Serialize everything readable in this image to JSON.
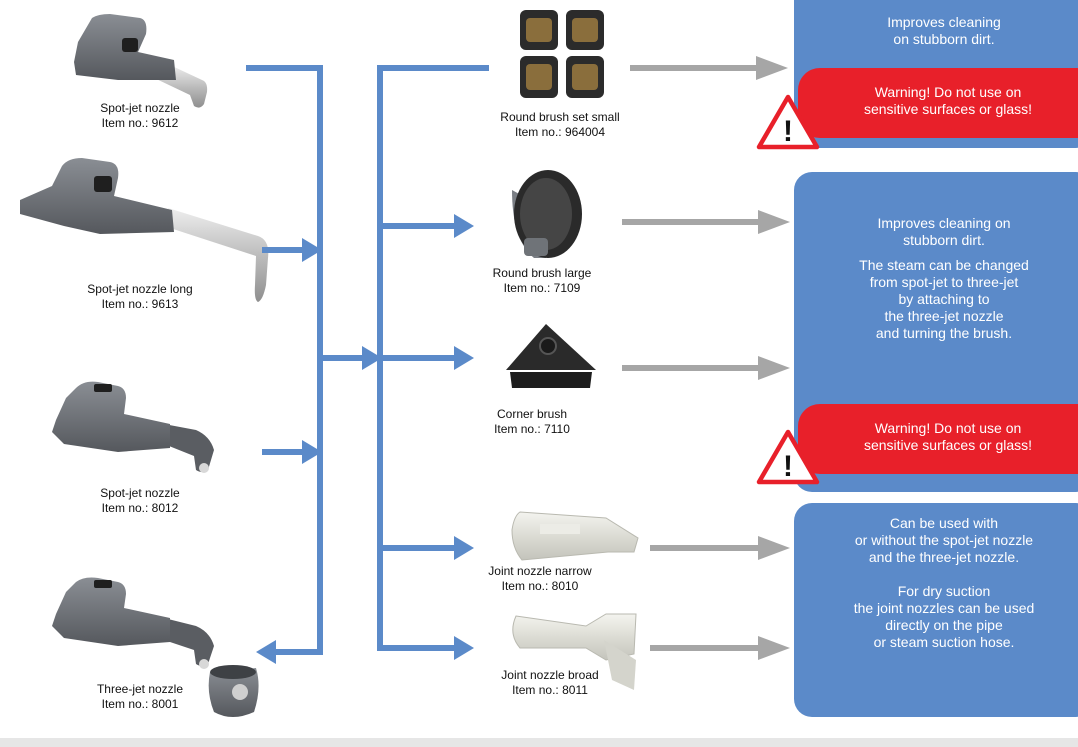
{
  "products_left": [
    {
      "name": "Spot-jet nozzle",
      "item": "Item no.: 9612"
    },
    {
      "name": "Spot-jet nozzle long",
      "item": "Item no.: 9613"
    },
    {
      "name": "Spot-jet nozzle",
      "item": "Item no.: 8012"
    },
    {
      "name": "Three-jet nozzle",
      "item": "Item no.: 8001"
    }
  ],
  "products_right": [
    {
      "name": "Round brush set small",
      "item": "Item no.: 964004"
    },
    {
      "name": "Round brush large",
      "item": "Item no.: 7109"
    },
    {
      "name": "Corner brush",
      "item": "Item no.: 7110"
    },
    {
      "name": "Joint nozzle narrow",
      "item": "Item no.: 8010"
    },
    {
      "name": "Joint nozzle broad",
      "item": "Item no.: 8011"
    }
  ],
  "info_boxes": {
    "box1": {
      "line1": "Improves cleaning",
      "line2": "on stubborn dirt."
    },
    "box2": {
      "p1_line1": "Improves cleaning on",
      "p1_line2": "stubborn dirt.",
      "p2_line1": "The steam can be changed",
      "p2_line2": "from spot-jet to three-jet",
      "p2_line3": "by attaching to",
      "p2_line4": "the three-jet nozzle",
      "p2_line5": "and turning the brush."
    },
    "box3": {
      "p1_line1": "Can be used with",
      "p1_line2": "or without the spot-jet nozzle",
      "p1_line3": "and the three-jet nozzle.",
      "p2_line1": "For dry suction",
      "p2_line2": "the joint nozzles can be used",
      "p2_line3": "directly on the pipe",
      "p2_line4": "or steam suction hose."
    }
  },
  "warnings": {
    "w1": {
      "line1": "Warning! Do not use on",
      "line2": "sensitive surfaces or glass!",
      "symbol": "!"
    },
    "w2": {
      "line1": "Warning! Do not use on",
      "line2": "sensitive surfaces or glass!",
      "symbol": "!"
    }
  },
  "icons": {
    "product_images": [
      "spot-jet-nozzle-image",
      "spot-jet-nozzle-long-image",
      "spot-jet-nozzle-8012-image",
      "three-jet-nozzle-image",
      "three-jet-cap-image",
      "round-brush-set-small-image",
      "round-brush-large-image",
      "corner-brush-image",
      "joint-nozzle-narrow-image",
      "joint-nozzle-broad-image"
    ],
    "symbols": [
      "warning-triangle-icon"
    ]
  },
  "colors": {
    "connector_blue": "#5b8ac9",
    "arrow_gray": "#a6a6a6",
    "info_box_blue": "#5b8ac9",
    "warning_red": "#e8202a",
    "nozzle_gray": "#666a70",
    "steel": "#c8c8c8",
    "brush_black": "#2a2a2a"
  }
}
